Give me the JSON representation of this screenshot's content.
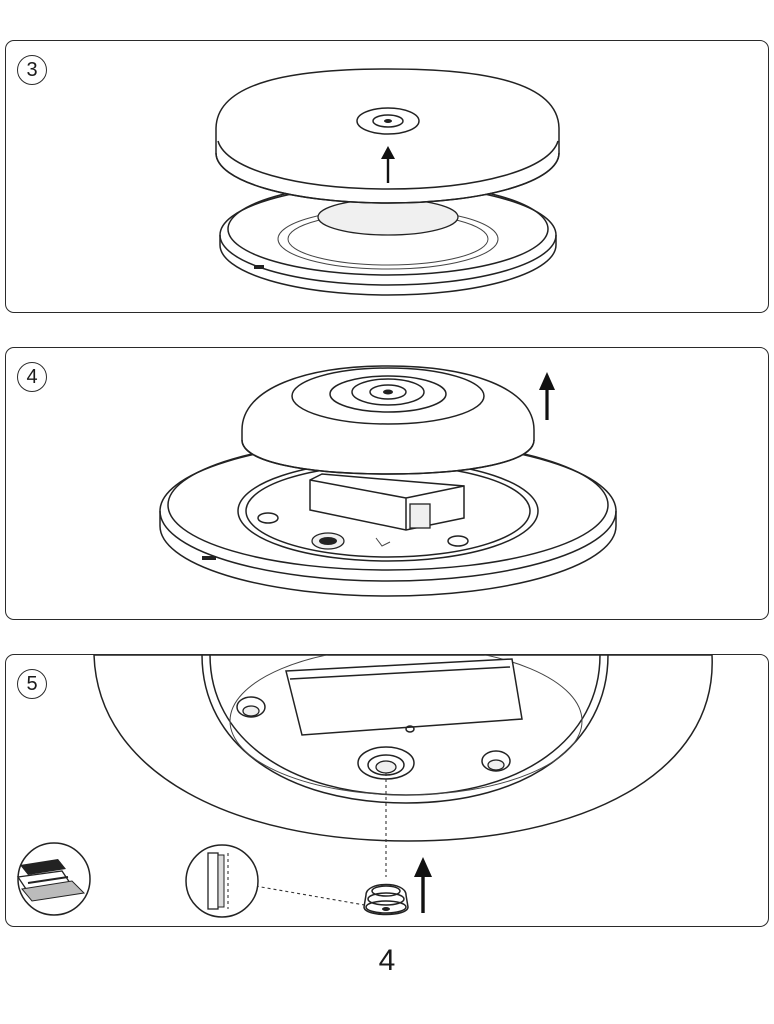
{
  "steps": [
    {
      "number": "3"
    },
    {
      "number": "4"
    },
    {
      "number": "5"
    }
  ],
  "page_number": "4",
  "icons": {
    "lift_arrow": "up-arrow-icon",
    "fixing_detail": "fixing-detail-icon",
    "adhesive_detail": "adhesive-layer-icon"
  }
}
